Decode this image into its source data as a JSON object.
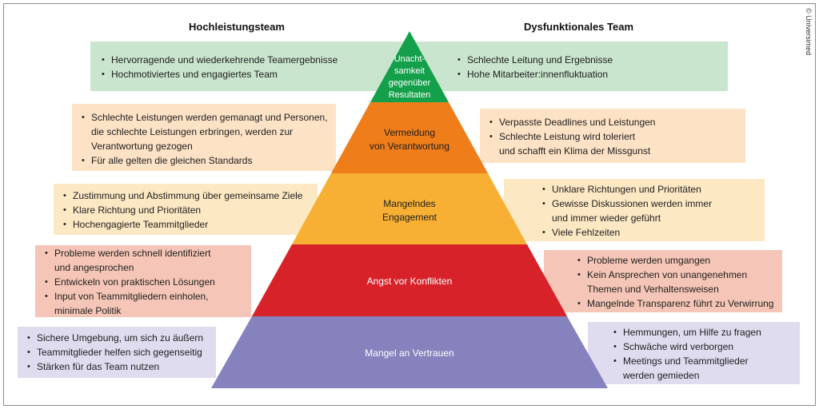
{
  "headers": {
    "left": "Hochleistungsteam",
    "right": "Dysfunktionales Team"
  },
  "copyright": "© Universimed",
  "colors": {
    "level1": "#14a04b",
    "level2": "#ee7d1a",
    "level3": "#f7b034",
    "level4": "#d8222a",
    "level5": "#8582bd",
    "box1": "#c9e5cd",
    "box2": "#fde2c6",
    "box3": "#fde8c4",
    "box4": "#f5c6b7",
    "box5": "#dedcee"
  },
  "levels": [
    {
      "label_lines": [
        "Unacht-",
        "samkeit",
        "gegenüber",
        "Resultaten"
      ],
      "left": [
        [
          "Hervorragende und wiederkehrende Teamergebnisse"
        ],
        [
          "Hochmotiviertes und engagiertes Team"
        ]
      ],
      "right": [
        [
          "Schlechte Leitung und Ergebnisse"
        ],
        [
          "Hohe Mitarbeiter:innenfluktuation"
        ]
      ]
    },
    {
      "label_lines": [
        "Vermeidung",
        "von Verantwortung"
      ],
      "left": [
        [
          "Schlechte Leistungen werden gemanagt und Personen,",
          "die schlechte Leistungen erbringen, werden zur",
          "Verantwortung gezogen"
        ],
        [
          "Für alle gelten die gleichen Standards"
        ]
      ],
      "right": [
        [
          "Verpasste Deadlines und Leistungen"
        ],
        [
          "Schlechte Leistung wird toleriert",
          "und schafft ein Klima der Missgunst"
        ]
      ]
    },
    {
      "label_lines": [
        "Mangelndes",
        "Engagement"
      ],
      "left": [
        [
          "Zustimmung und Abstimmung über gemeinsame Ziele"
        ],
        [
          "Klare Richtung und Prioritäten"
        ],
        [
          "Hochengagierte Teammitglieder"
        ]
      ],
      "right": [
        [
          "Unklare Richtungen und Prioritäten"
        ],
        [
          "Gewisse Diskussionen werden immer",
          "und immer wieder geführt"
        ],
        [
          "Viele Fehlzeiten"
        ]
      ]
    },
    {
      "label_lines": [
        "Angst vor Konflikten"
      ],
      "left": [
        [
          "Probleme werden schnell identifiziert",
          "und angesprochen"
        ],
        [
          "Entwickeln von praktischen Lösungen"
        ],
        [
          "Input von Teammitgliedern einholen,",
          "minimale Politik"
        ]
      ],
      "right": [
        [
          "Probleme werden umgangen"
        ],
        [
          "Kein Ansprechen von unangenehmen",
          "Themen und Verhaltensweisen"
        ],
        [
          "Mangelnde Transparenz führt zu Verwirrung"
        ]
      ]
    },
    {
      "label_lines": [
        "Mangel an Vertrauen"
      ],
      "left": [
        [
          "Sichere Umgebung, um sich zu äußern"
        ],
        [
          "Teammitglieder helfen sich gegenseitig"
        ],
        [
          "Stärken für das Team nutzen"
        ]
      ],
      "right": [
        [
          "Hemmungen, um Hilfe zu fragen"
        ],
        [
          "Schwäche wird verborgen"
        ],
        [
          "Meetings und Teammitglieder",
          "werden gemieden"
        ]
      ]
    }
  ]
}
